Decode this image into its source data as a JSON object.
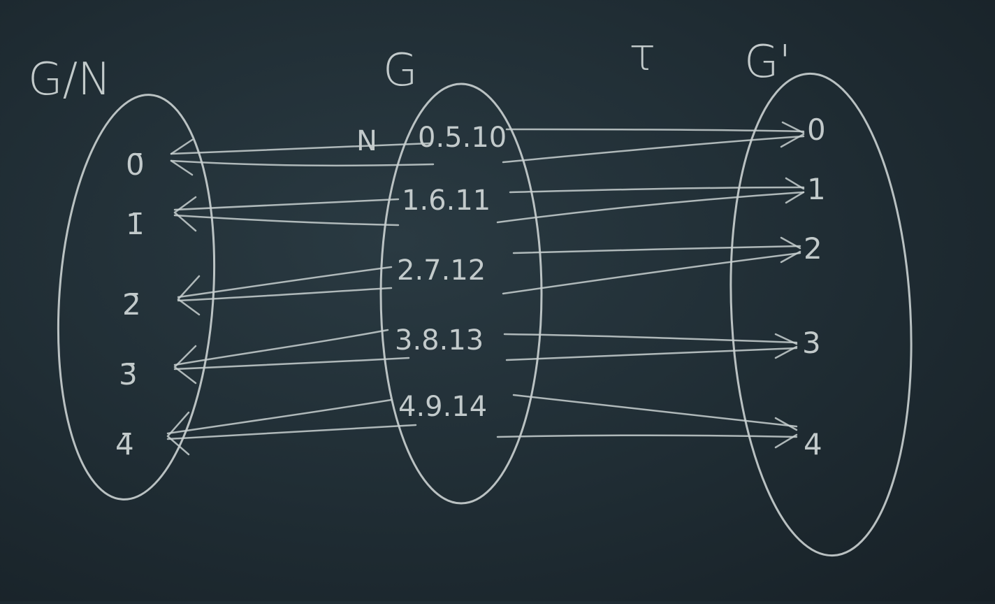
{
  "titles": {
    "quotient": "G/N",
    "group": "G",
    "map": "τ",
    "image": "G'"
  },
  "normal_subgroup_mark": "N",
  "quotient_elements": [
    "0̄",
    "1̄",
    "2̄",
    "3̄",
    "4̄"
  ],
  "coset_elements": [
    "0.5.10",
    "1.6.11",
    "2.7.12",
    "3.8.13",
    "4.9.14"
  ],
  "image_elements": [
    "0",
    "1",
    "2",
    "3",
    "4"
  ]
}
